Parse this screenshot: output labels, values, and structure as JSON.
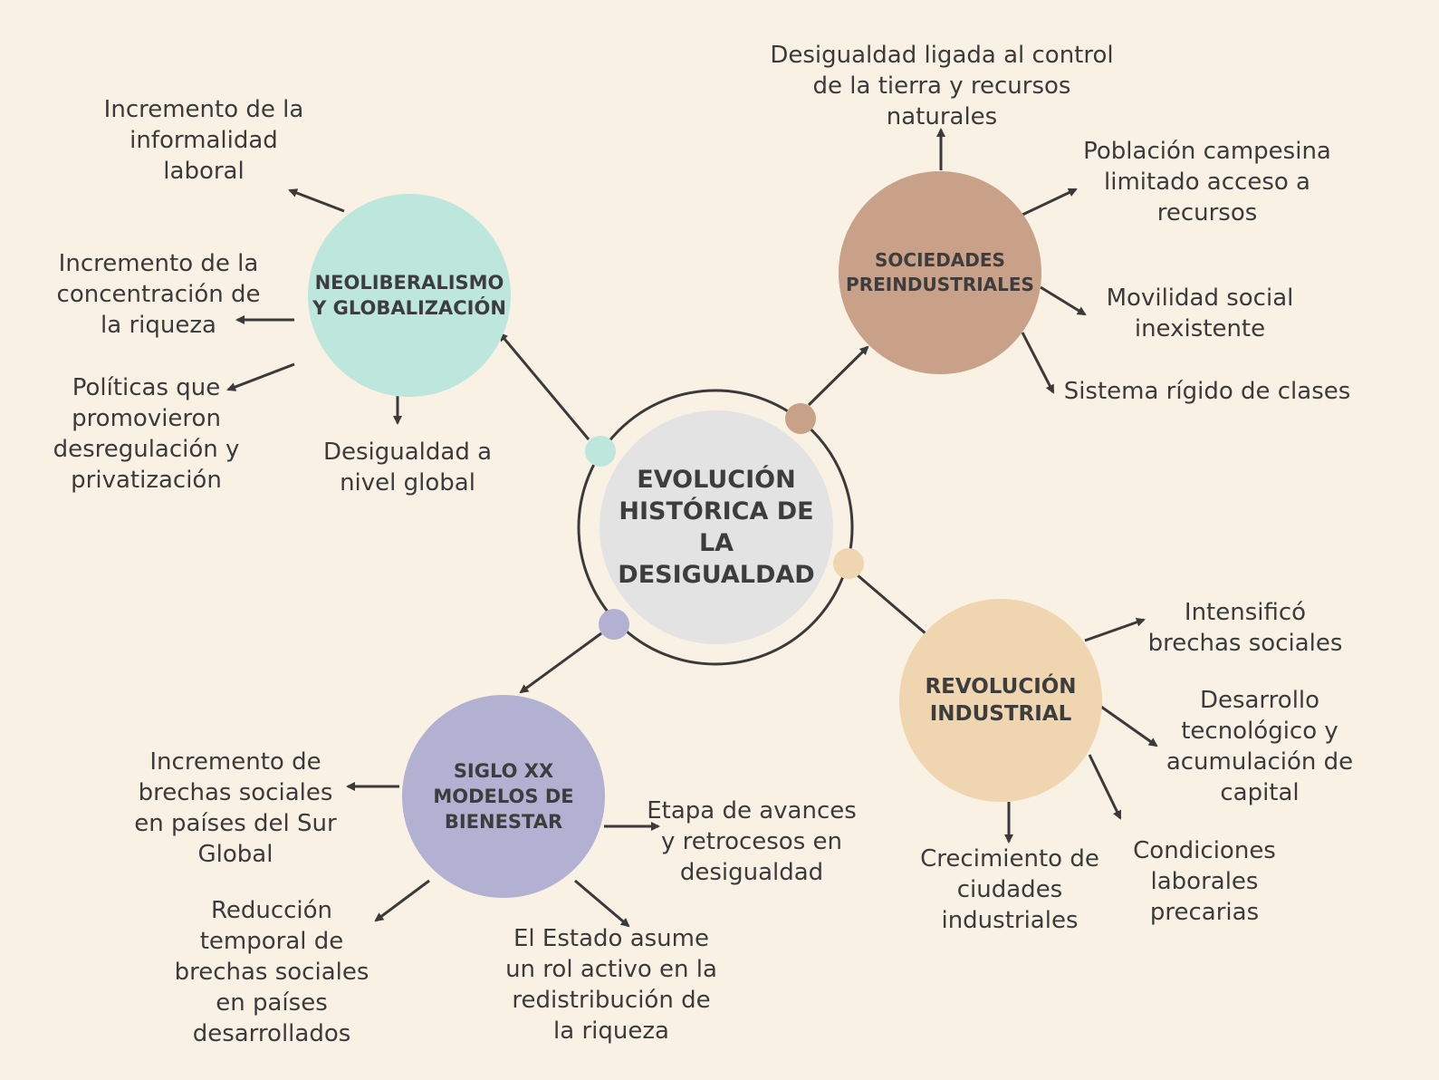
{
  "colors": {
    "background": "#f9f1e4",
    "center": "#e3e3e3",
    "neoliberalismo": "#bde6dd",
    "preindustriales": "#c9a088",
    "revolucion": "#f0d6b0",
    "siglo": "#b2b1d1",
    "text": "#3b3b3b",
    "arrow": "#3a3a3a"
  },
  "center": {
    "label": "EVOLUCIÓN\nHISTÓRICA  DE LA\nDESIGUALDAD"
  },
  "nodes": {
    "neoliberalismo": {
      "label": "NEOLIBERALISMO\nY GLOBALIZACIÓN",
      "items": [
        "Incremento de la\ninformalidad\nlaboral",
        "Incremento de la\nconcentración de\nla riqueza",
        "Políticas que\npromovieron\ndesregulación y\nprivatización",
        "Desigualdad a\nnivel global"
      ]
    },
    "preindustriales": {
      "label": "SOCIEDADES\nPREINDUSTRIALES",
      "items": [
        "Desigualdad ligada al control\nde la tierra y recursos\nnaturales",
        "Población campesina\nlimitado acceso a\nrecursos",
        "Movilidad social\ninexistente",
        "Sistema rígido de clases"
      ]
    },
    "revolucion": {
      "label": "REVOLUCIÓN\nINDUSTRIAL",
      "items": [
        "Intensificó\nbrechas sociales",
        "Desarrollo\ntecnológico y\nacumulación de\ncapital",
        "Condiciones\nlaborales\nprecarias",
        "Crecimiento de\nciudades\nindustriales"
      ]
    },
    "siglo": {
      "label": "SIGLO XX\nMODELOS DE\nBIENESTAR",
      "items": [
        "Incremento de\nbrechas sociales\nen países del Sur\nGlobal",
        "Etapa de avances\ny retrocesos en\ndesigualdad",
        "Reducción\ntemporal de\nbrechas sociales\nen países\ndesarrollados",
        "El Estado asume\nun rol activo en la\nredistribución de\nla riqueza"
      ]
    }
  }
}
